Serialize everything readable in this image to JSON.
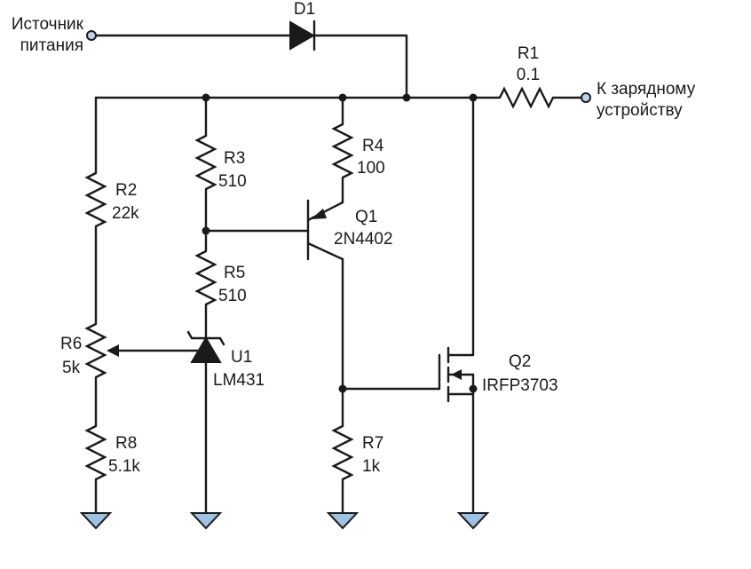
{
  "source_label": [
    "Источник",
    "питания"
  ],
  "output_label": [
    "К зарядному",
    "устройству"
  ],
  "components": {
    "D1": {
      "ref": "D1",
      "value": ""
    },
    "R1": {
      "ref": "R1",
      "value": "0.1"
    },
    "R2": {
      "ref": "R2",
      "value": "22k"
    },
    "R3": {
      "ref": "R3",
      "value": "510"
    },
    "R4": {
      "ref": "R4",
      "value": "100"
    },
    "R5": {
      "ref": "R5",
      "value": "510"
    },
    "R6": {
      "ref": "R6",
      "value": "5k"
    },
    "R7": {
      "ref": "R7",
      "value": "1k"
    },
    "R8": {
      "ref": "R8",
      "value": "5.1k"
    },
    "Q1": {
      "ref": "Q1",
      "value": "2N4402"
    },
    "Q2": {
      "ref": "Q2",
      "value": "IRFP3703"
    },
    "U1": {
      "ref": "U1",
      "value": "LM431"
    }
  },
  "colors": {
    "wire": "#1a1a1a",
    "terminal": "#b9d4ea",
    "ground": "#9cc3e4"
  }
}
